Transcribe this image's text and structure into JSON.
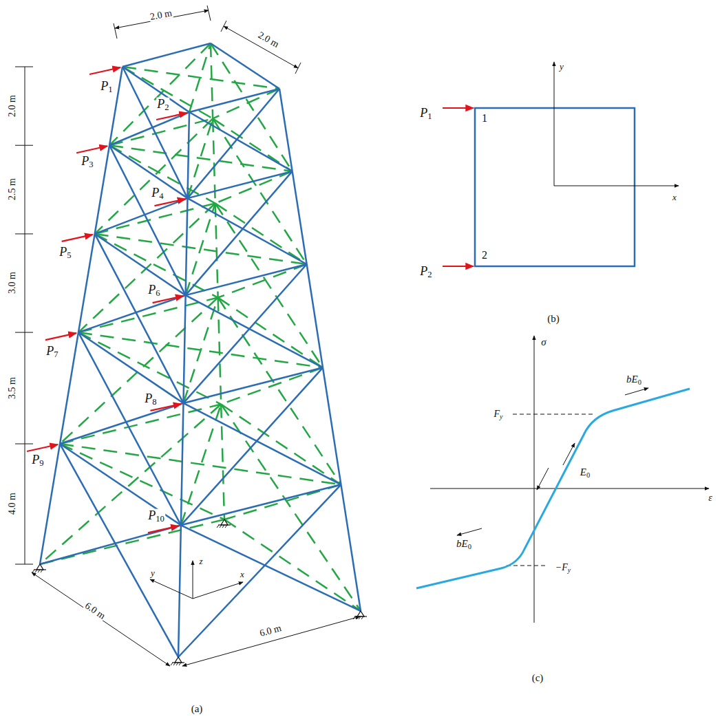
{
  "diagram": {
    "labels": [
      "2.0 m",
      "2.0 m",
      "2.0 m",
      "2.5 m",
      "3.0 m",
      "3.5 m",
      "4.0 m",
      "6.0 m",
      "6.0 m",
      "P1",
      "P2",
      "P3",
      "P4",
      "P5",
      "P6",
      "P7",
      "P8",
      "P9",
      "P10",
      "y",
      "z",
      "x",
      "(a)",
      "P1",
      "1",
      "y",
      "x",
      "P2",
      "2",
      "(b)",
      "σ",
      "Fy",
      "bE0",
      "E0",
      "ε",
      "−Fy",
      "bE0",
      "(c)"
    ]
  }
}
